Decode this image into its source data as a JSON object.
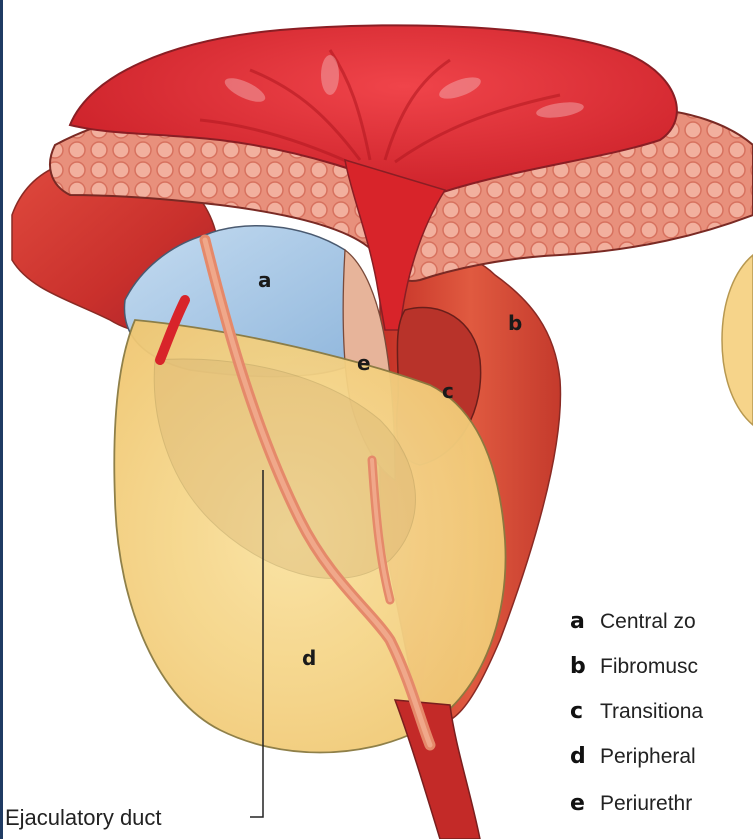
{
  "labels": {
    "a": "a",
    "b": "b",
    "c": "c",
    "d": "d",
    "e": "e"
  },
  "callout": "Ejaculatory duct",
  "legend": [
    {
      "letter": "a",
      "text": "Central zo"
    },
    {
      "letter": "b",
      "text": "Fibromusc"
    },
    {
      "letter": "c",
      "text": "Transitiona"
    },
    {
      "letter": "d",
      "text": "Peripheral"
    },
    {
      "letter": "e",
      "text": "Periurethr"
    }
  ],
  "colors": {
    "bladder_red": "#d8242a",
    "tissue_red": "#c83a2e",
    "muscle_pink": "#e8907c",
    "central_zone_blue": "#a9c9e6",
    "peripheral_zone_yellow": "#f7d889",
    "transitional_red": "#b8332a",
    "periurethral_tan": "#e7b49a",
    "frame_blue": "#1f3b63"
  }
}
